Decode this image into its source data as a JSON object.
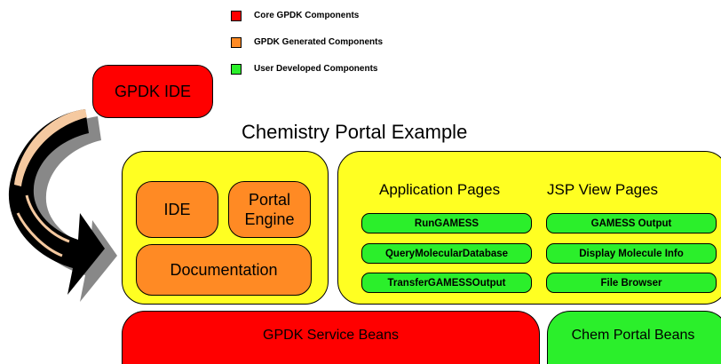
{
  "legend": [
    {
      "label": "Core GPDK Components",
      "color": "#ff0000"
    },
    {
      "label": "GPDK Generated Components",
      "color": "#ff8a24"
    },
    {
      "label": "User Developed Components",
      "color": "#2bef2b"
    }
  ],
  "ide": {
    "label": "GPDK IDE"
  },
  "title": "Chemistry Portal Example",
  "left_panel": {
    "ide": "IDE",
    "portal_engine": {
      "line1": "Portal",
      "line2": "Engine"
    },
    "documentation": "Documentation"
  },
  "right_panel": {
    "application_pages": {
      "header": "Application Pages",
      "items": [
        "RunGAMESS",
        "QueryMolecularDatabase",
        "TransferGAMESSOutput"
      ]
    },
    "jsp_view_pages": {
      "header": "JSP View Pages",
      "items": [
        "GAMESS Output",
        "Display Molecule Info",
        "File Browser"
      ]
    }
  },
  "service_beans": "GPDK Service Beans",
  "chem_portal_beans": "Chem Portal Beans"
}
